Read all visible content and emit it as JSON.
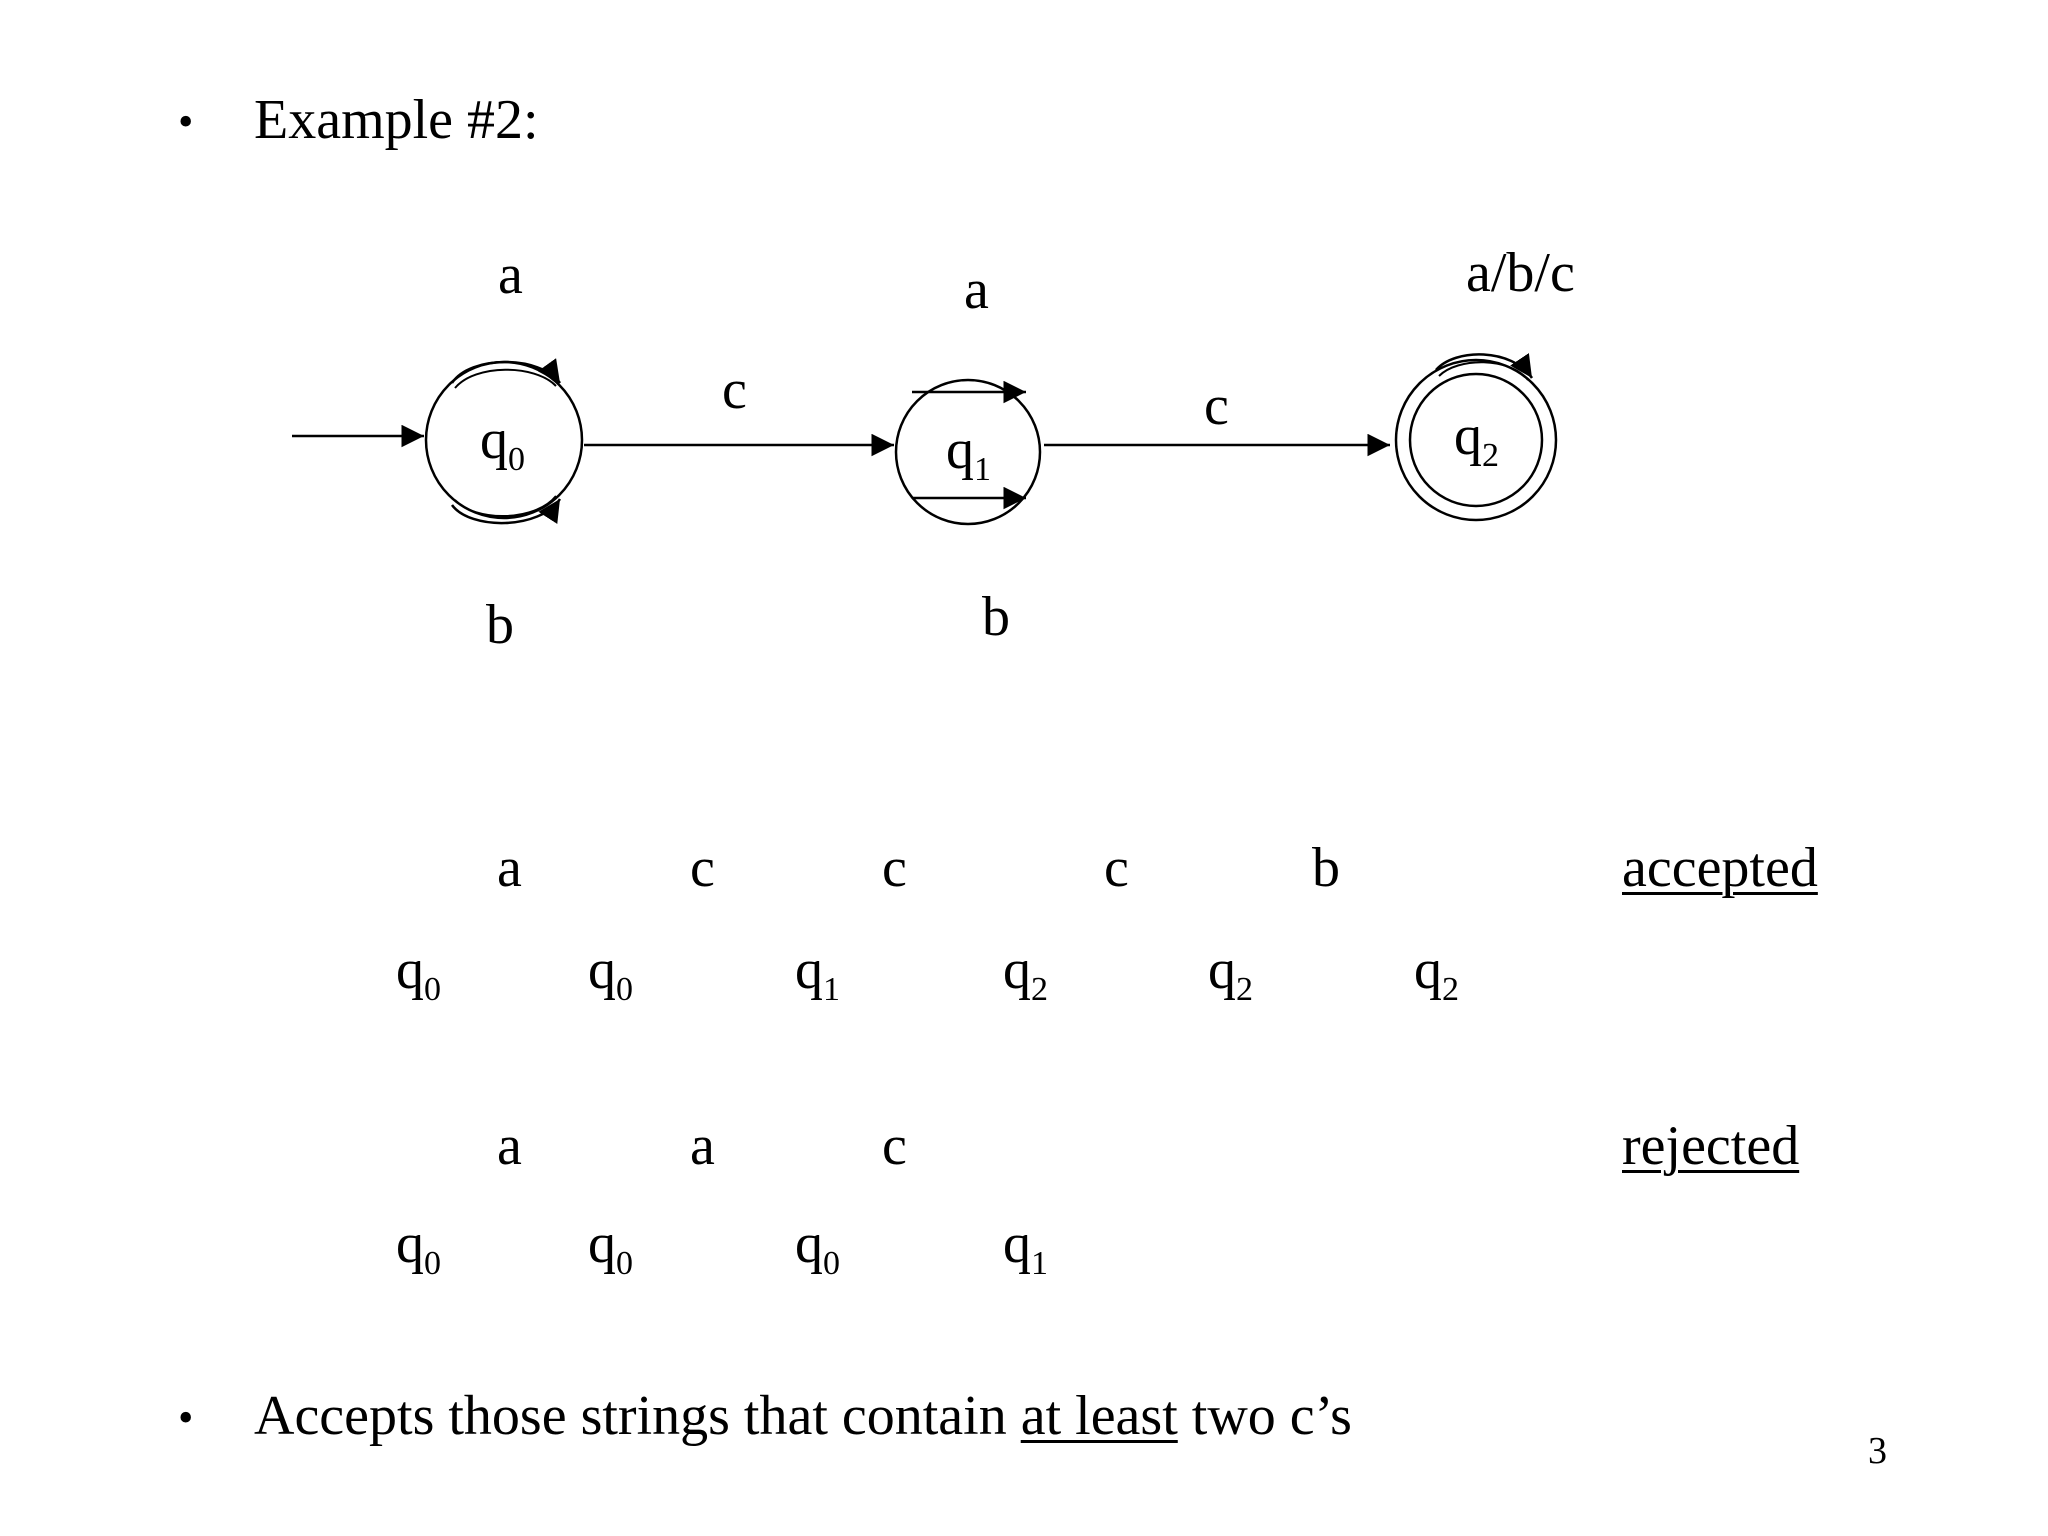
{
  "heading": {
    "bullet": "•",
    "text": "Example #2:"
  },
  "diagram": {
    "states": [
      {
        "name": "q",
        "sub": "0",
        "start": true,
        "accepting": false
      },
      {
        "name": "q",
        "sub": "1",
        "start": false,
        "accepting": false
      },
      {
        "name": "q",
        "sub": "2",
        "start": false,
        "accepting": true
      }
    ],
    "loops": [
      {
        "state": 0,
        "top": "a",
        "bottom": "b"
      },
      {
        "state": 1,
        "top": "a",
        "bottom": "b"
      },
      {
        "state": 2,
        "top": "a/b/c"
      }
    ],
    "transitions": [
      {
        "from": 0,
        "to": 1,
        "label": "c"
      },
      {
        "from": 1,
        "to": 2,
        "label": "c"
      }
    ]
  },
  "traces": [
    {
      "input": [
        "a",
        "c",
        "c",
        "c",
        "b"
      ],
      "states": [
        {
          "name": "q",
          "sub": "0"
        },
        {
          "name": "q",
          "sub": "0"
        },
        {
          "name": "q",
          "sub": "1"
        },
        {
          "name": "q",
          "sub": "2"
        },
        {
          "name": "q",
          "sub": "2"
        },
        {
          "name": "q",
          "sub": "2"
        }
      ],
      "verdict": "accepted"
    },
    {
      "input": [
        "a",
        "a",
        "c"
      ],
      "states": [
        {
          "name": "q",
          "sub": "0"
        },
        {
          "name": "q",
          "sub": "0"
        },
        {
          "name": "q",
          "sub": "0"
        },
        {
          "name": "q",
          "sub": "1"
        }
      ],
      "verdict": "rejected"
    }
  ],
  "conclusion": {
    "bullet": "•",
    "before": "Accepts those strings that contain ",
    "emphasis": "at least",
    "after": " two c’s"
  },
  "page_number": "3"
}
